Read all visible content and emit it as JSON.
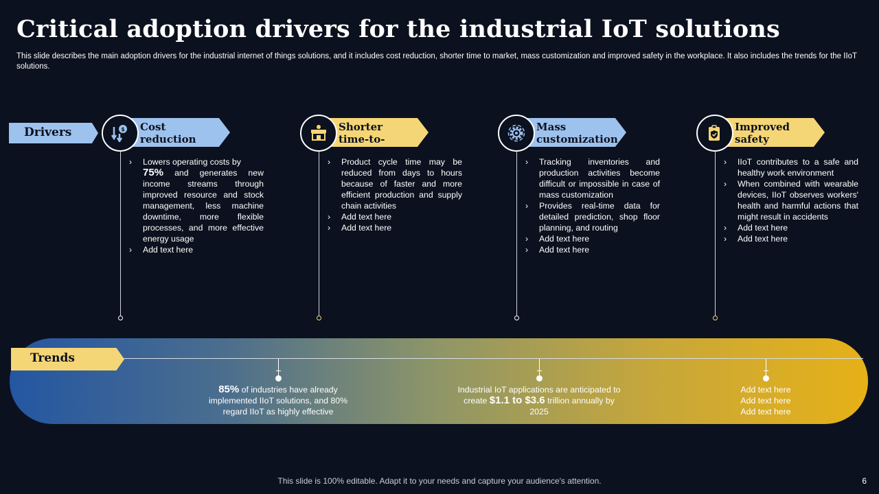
{
  "title": "Critical adoption drivers for the industrial IoT solutions",
  "subtitle": "This slide describes the main adoption drivers for the industrial internet of things solutions, and it includes cost reduction, shorter time to market, mass customization and improved safety in the workplace. It also includes the trends for the IIoT solutions.",
  "drivers_label": "Drivers",
  "drivers": [
    {
      "title": "Cost reduction",
      "icon": "cost-down-icon",
      "bullets": [
        {
          "pre": "Lowers operating costs by",
          "big": "75%",
          "post": " and generates new income streams through improved resource and stock management, less machine downtime, more flexible processes, and more effective energy usage"
        },
        {
          "pre": "Add text here"
        }
      ]
    },
    {
      "title": "Shorter time-to-market",
      "icon": "market-stall-icon",
      "bullets": [
        {
          "pre": "Product cycle time may be reduced from days to hours because of faster and more efficient production and supply chain activities"
        },
        {
          "pre": "Add text here"
        },
        {
          "pre": "Add text here"
        }
      ]
    },
    {
      "title": "Mass customization",
      "icon": "gear-icon",
      "bullets": [
        {
          "pre": "Tracking inventories and production activities become difficult or impossible in case of mass customization"
        },
        {
          "pre": "Provides real-time data for detailed prediction, shop floor planning, and routing"
        },
        {
          "pre": "Add text here"
        },
        {
          "pre": "Add text here"
        }
      ]
    },
    {
      "title": "Improved safety",
      "icon": "safety-clipboard-icon",
      "bullets": [
        {
          "pre": "IIoT contributes to a safe and healthy work environment"
        },
        {
          "pre": "When combined with wearable devices, IIoT observes workers' health and harmful actions that might result in accidents"
        },
        {
          "pre": "Add text here"
        },
        {
          "pre": "Add text here"
        }
      ]
    }
  ],
  "trends_label": "Trends",
  "trends": [
    {
      "big": "85%",
      "text": " of industries have already implemented IIoT solutions, and 80% regard IIoT as highly effective"
    },
    {
      "pre": "Industrial IoT applications are anticipated to create ",
      "big": "$1.1 to $3.6",
      "post": " trillion annually by 2025"
    },
    {
      "lines": [
        "Add text here",
        "Add text here",
        "Add text here"
      ]
    }
  ],
  "footer": "This slide is 100% editable. Adapt it to your needs and capture your audience's attention.",
  "page_number": "6",
  "colors": {
    "background": "#0b111e",
    "blue": "#9ec2ee",
    "yellow": "#f5d676",
    "gradient_start": "#2456a2",
    "gradient_end": "#e6b118"
  }
}
